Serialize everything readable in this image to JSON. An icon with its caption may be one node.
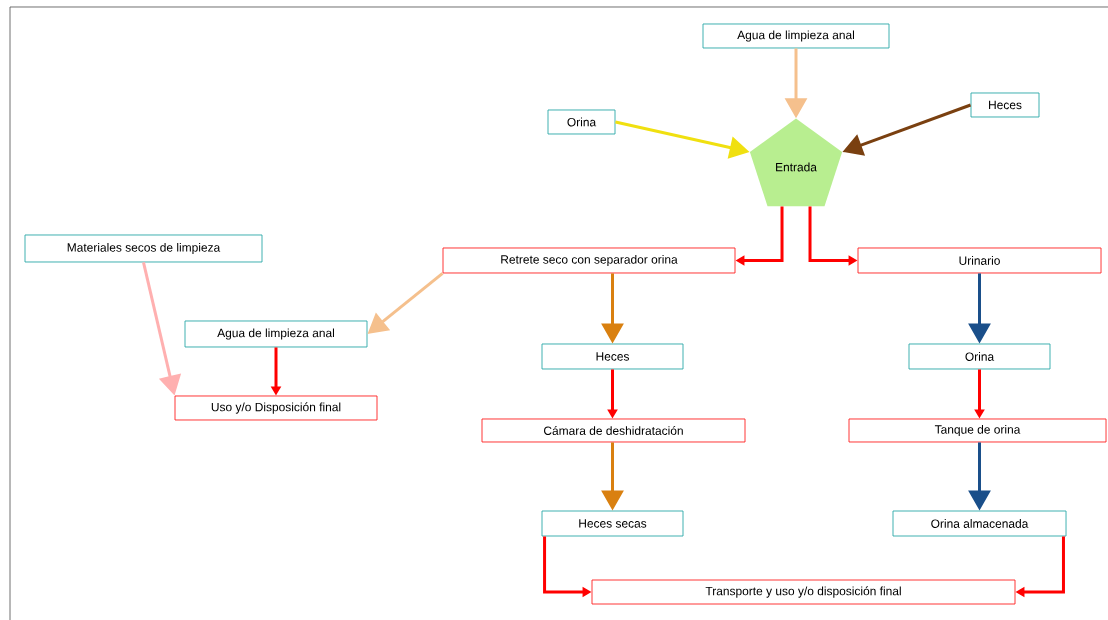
{
  "diagram": {
    "nodes": [
      {
        "text": [
          "Agua de limpieza anal"
        ]
      },
      {
        "text": [
          "Orina"
        ]
      },
      {
        "text": [
          "Heces"
        ]
      },
      {
        "text": [
          "Entrada"
        ]
      },
      {
        "text": [
          "Materiales secos de limpieza"
        ]
      },
      {
        "text": [
          "Retrete seco con separador orina"
        ]
      },
      {
        "text": [
          "Urinario"
        ]
      },
      {
        "text": [
          "Agua de limpieza anal"
        ]
      },
      {
        "text": [
          "Heces"
        ]
      },
      {
        "text": [
          "Orina"
        ]
      },
      {
        "text": [
          "Uso y/o Disposición final"
        ]
      },
      {
        "text": [
          "Cámara de deshidratación"
        ]
      },
      {
        "text": [
          "Tanque de orina"
        ]
      },
      {
        "text": [
          "Heces secas"
        ]
      },
      {
        "text": [
          "Orina almacenada"
        ]
      },
      {
        "text": [
          "Transporte y uso y/o disposición final"
        ]
      }
    ],
    "edges": [
      {
        "from": 0,
        "to": 3,
        "arrow": "to",
        "color": "#f5c08d"
      },
      {
        "from": 1,
        "to": 3,
        "arrow": "to",
        "color": "#f0e010"
      },
      {
        "from": 2,
        "to": 3,
        "arrow": "to",
        "color": "#7a4010"
      },
      {
        "from": 3,
        "to": 5,
        "arrow": "to",
        "color": "#ff0000"
      },
      {
        "from": 3,
        "to": 6,
        "arrow": "to",
        "color": "#ff0000"
      },
      {
        "from": 4,
        "to": 10,
        "arrow": "to",
        "color": "#ffb0b0"
      },
      {
        "from": 5,
        "to": 7,
        "arrow": "to",
        "color": "#f5c08d"
      },
      {
        "from": 5,
        "to": 8,
        "arrow": "to",
        "color": "#d98010"
      },
      {
        "from": 7,
        "to": 10,
        "arrow": "to",
        "color": "#ff0000"
      },
      {
        "from": 6,
        "to": 9,
        "arrow": "to",
        "color": "#1a4f8a"
      },
      {
        "from": 8,
        "to": 11,
        "arrow": "to",
        "color": "#ff0000"
      },
      {
        "from": 9,
        "to": 12,
        "arrow": "to",
        "color": "#ff0000"
      },
      {
        "from": 11,
        "to": 13,
        "arrow": "to",
        "color": "#d98010"
      },
      {
        "from": 12,
        "to": 14,
        "arrow": "to",
        "color": "#1a4f8a"
      },
      {
        "from": 13,
        "to": 15,
        "arrow": "to",
        "color": "#ff0000"
      },
      {
        "from": 14,
        "to": 15,
        "arrow": "to",
        "color": "#ff0000"
      }
    ]
  }
}
